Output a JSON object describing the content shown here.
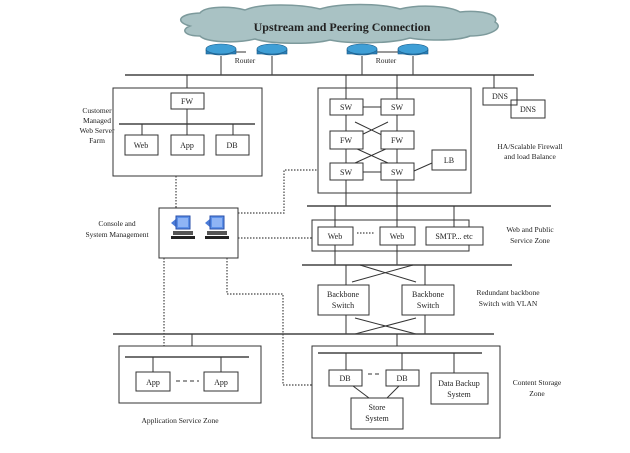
{
  "title": "Upstream and Peering Connection",
  "routers": [
    {
      "label": "Router"
    },
    {
      "label": "Router"
    }
  ],
  "colors": {
    "cloud_fill": "#a9c2c4",
    "cloud_stroke": "#7d9a9c",
    "router_fill": "#3f9fd6",
    "monitor_fill": "#5b8fe8"
  },
  "customer_zone": {
    "label_lines": [
      "Customer",
      "Managed",
      "Web Server",
      "Farm"
    ],
    "fw": "FW",
    "nodes": [
      "Web",
      "App",
      "DB"
    ]
  },
  "ha_zone": {
    "label_lines": [
      "HA/Scalable Firewall",
      "and load Balance"
    ],
    "sw_top": [
      "SW",
      "SW"
    ],
    "fw": [
      "FW",
      "FW"
    ],
    "sw_bottom": [
      "SW",
      "SW"
    ],
    "lb": "LB"
  },
  "dns": [
    "DNS",
    "DNS"
  ],
  "console": {
    "label_lines": [
      "Console and",
      "System Management"
    ]
  },
  "web_zone": {
    "label_lines": [
      "Web and Public",
      "Service Zone"
    ],
    "nodes": [
      "Web",
      "Web",
      "SMTP... etc"
    ]
  },
  "backbone": {
    "label_lines": [
      "Redundant backbone",
      "Switch with VLAN"
    ],
    "switches": [
      {
        "lines": [
          "Backbone",
          "Switch"
        ]
      },
      {
        "lines": [
          "Backbone",
          "Switch"
        ]
      }
    ]
  },
  "app_zone": {
    "label": "Application Service Zone",
    "nodes": [
      "App",
      "App"
    ]
  },
  "storage_zone": {
    "label_lines": [
      "Content Storage",
      "Zone"
    ],
    "db": [
      "DB",
      "DB"
    ],
    "store_lines": [
      "Store",
      "System"
    ],
    "backup_lines": [
      "Data Backup",
      "System"
    ]
  }
}
